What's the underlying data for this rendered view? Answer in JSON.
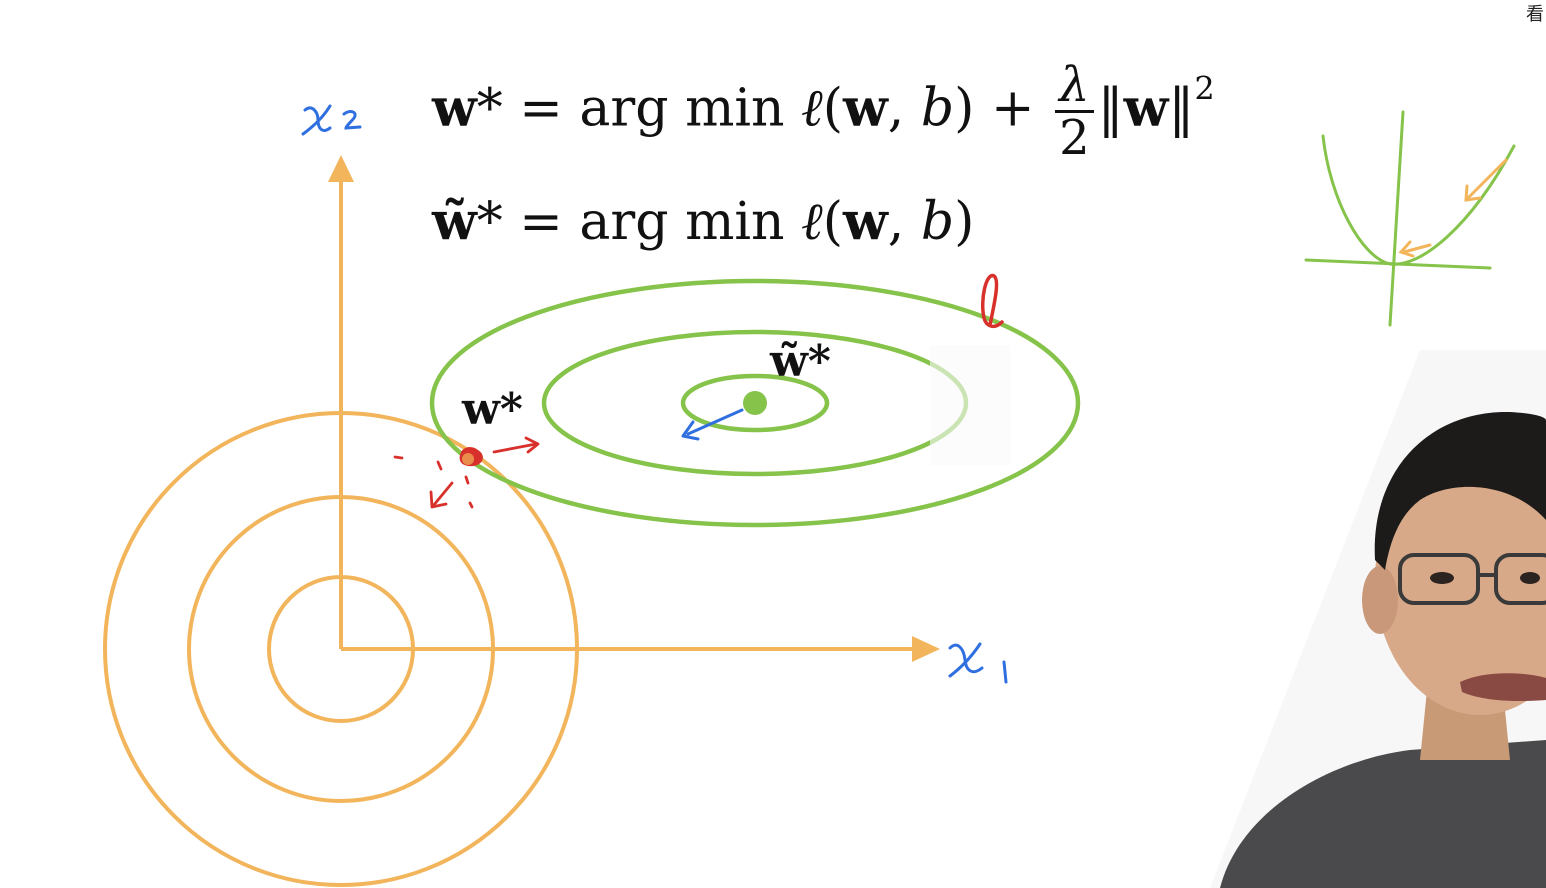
{
  "formulas": {
    "line1": {
      "lhs": "w",
      "lhs_star": "*",
      "eq": " = arg min ",
      "ell": "ℓ",
      "args_open": "(",
      "args_w": "w",
      "args_sep": ", ",
      "args_b": "b",
      "args_close": ")",
      "plus": " + ",
      "frac_num": "λ",
      "frac_den": "2",
      "norm_open": "‖",
      "norm_w": "w",
      "norm_close": "‖",
      "norm_exp": "2"
    },
    "line2": {
      "lhs": "w̃",
      "lhs_star": "*",
      "eq": " = arg min ",
      "ell": "ℓ",
      "args_open": "(",
      "args_w": "w",
      "args_sep": ", ",
      "args_b": "b",
      "args_close": ")"
    }
  },
  "labels": {
    "x1": "x₁",
    "x2": "x₂",
    "w_star": "w*",
    "w_tilde_star": "w̃*",
    "ell_label": "ℓ",
    "corner_glyph": "看"
  },
  "colors": {
    "orange": "#F2B55B",
    "green": "#86C34A",
    "blue": "#2F6FE0",
    "red": "#D8312B",
    "ink": "#111111"
  }
}
